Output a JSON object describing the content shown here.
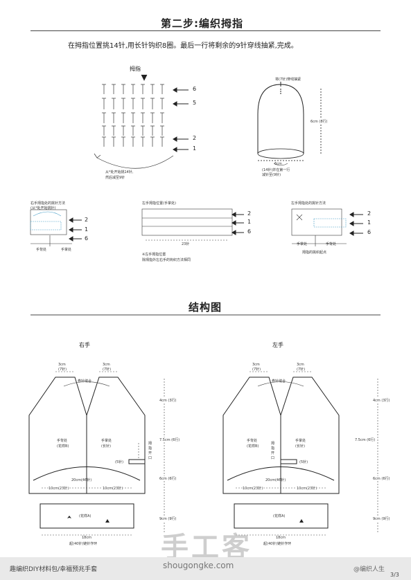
{
  "step": {
    "title": "第二步:编织拇指",
    "instruction": "在拇指位置挑14针,用长针钩织8圈。最后一行将剩余的9针穿线抽紧,完成。"
  },
  "thumb_chart": {
    "top_label": "拇指",
    "rows": [
      "6",
      "5",
      "2",
      "1"
    ],
    "note1": "从*处开始挑14针,",
    "note2": "然后减至9针"
  },
  "thumb_shape": {
    "top_note": "将(7针)穿线抽紧",
    "height": "6cm (8行)",
    "width": "6cm",
    "bottom_note1": "(14针)并在第一行",
    "bottom_note2": "减针至(9针)"
  },
  "left_small": {
    "title1": "右手拇指处的挑针方法",
    "title2": "(从*处开始挑针)",
    "rows": [
      "2",
      "1",
      "6"
    ],
    "label_a": "手背处",
    "label_b": "手掌处"
  },
  "mid_small": {
    "title": "左手拇指位置(手掌处)",
    "rows": [
      "2",
      "1",
      "6"
    ],
    "count": "23针",
    "note1": "※左手拇指位置",
    "note2": "除拇指外左右手的钩织方法相同"
  },
  "right_small": {
    "title": "左手拇指处的挑针方法",
    "rows": [
      "2",
      "1",
      "6"
    ],
    "label_a": "手掌处",
    "label_b": "手背处",
    "note": "拇指的挑织起点"
  },
  "structure": {
    "title": "结构图",
    "right_hand": "右手",
    "left_hand": "左手",
    "top_left": "3cm",
    "top_left_sub": "(7针)",
    "top_right": "3cm",
    "top_right_sub": "(7针)",
    "seam": "卷针缝合",
    "back": "手背处",
    "back_sub": "(花样B)",
    "palm": "手掌处",
    "palm_sub": "(长针)",
    "thumb_opening": "拇指开口",
    "thumb_stitches": "(5针)",
    "width20": "20cm(46针)",
    "half_left": "10cm(23针)",
    "half_right": "10cm(23针)",
    "pattern_a": "(花样A)",
    "bottom_width": "18cm",
    "bottom_note": "起(40针)链针作环",
    "h1": "4cm (3行)",
    "h2": "7.5cm (6行)",
    "h3": "6cm (6行)",
    "h4": "9cm (9行)"
  },
  "watermark": {
    "big": "手工客",
    "url": "shougongke.com"
  },
  "footer": {
    "text": "趣编织DIY材料包/幸福预兆手套",
    "social": "@编织人生",
    "page": "3/3"
  }
}
